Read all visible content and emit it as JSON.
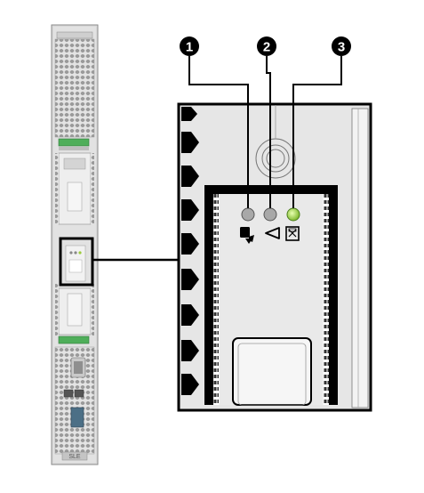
{
  "figure": {
    "blade": {
      "label": "SLE"
    },
    "callouts": [
      {
        "id": 1,
        "number": "1",
        "target": "service-action-led",
        "led_state": "off"
      },
      {
        "id": 2,
        "number": "2",
        "target": "locate-led",
        "led_state": "off"
      },
      {
        "id": 3,
        "number": "3",
        "target": "ok-power-led",
        "led_state": "on"
      }
    ],
    "icons": [
      "wrench-icon",
      "locate-triangle-icon",
      "ok-icon"
    ],
    "colors": {
      "outline": "#000000",
      "panel_fill": "#e6e6e6",
      "led_off": "#a8a8a8",
      "led_on": "#9ccc3c",
      "blade_fill": "#dcdcdc",
      "green_latch": "#4fae5a"
    }
  }
}
